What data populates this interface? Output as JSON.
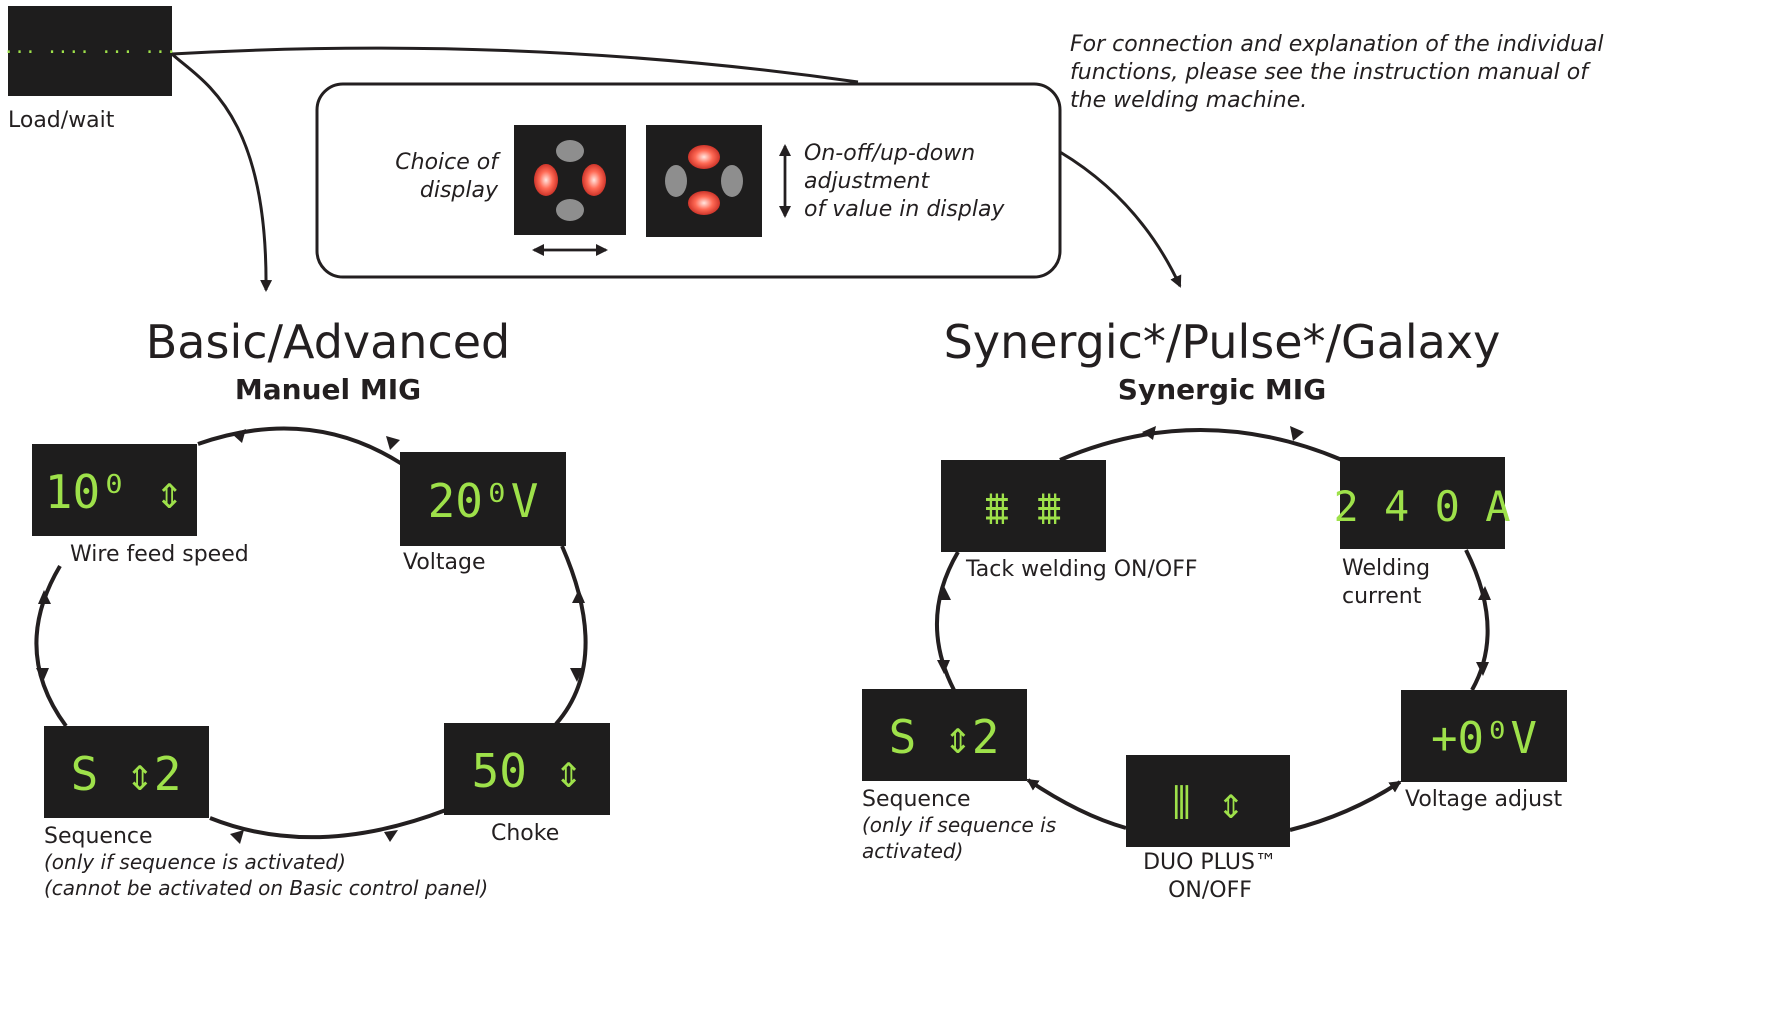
{
  "load": {
    "display": "··· ···· ··· ···",
    "label": "Load/wait"
  },
  "note": [
    "For connection and explanation of the individual",
    "functions, please see the instruction manual of",
    "the welding machine."
  ],
  "legend": {
    "choice": [
      "Choice of",
      "display"
    ],
    "adjust": [
      "On-off/up-down",
      "adjustment",
      "of value in display"
    ]
  },
  "left": {
    "title": "Basic/Advanced",
    "subtitle": "Manuel MIG",
    "wire": {
      "display": "10⁰ ⇕",
      "label": "Wire feed speed"
    },
    "voltage": {
      "display": "20⁰V",
      "label": "Voltage"
    },
    "choke": {
      "display": "50  ⇕",
      "label": "Choke"
    },
    "sequence": {
      "display": "S  ⇕2",
      "label": "Sequence",
      "note1": "(only if sequence is activated)",
      "note2": "(cannot be activated on Basic control panel)"
    }
  },
  "right": {
    "title": "Synergic*/Pulse*/Galaxy",
    "subtitle": "Synergic MIG",
    "tack": {
      "display": "⩩ ⩩",
      "label": "Tack welding ON/OFF"
    },
    "current": {
      "display": "2 4 0 A",
      "label": [
        "Welding",
        "current"
      ]
    },
    "vadj": {
      "display": "+0⁰V",
      "label": "Voltage adjust"
    },
    "duo": {
      "display": "⦀ ⇕",
      "label": [
        "DUO PLUS™",
        "ON/OFF"
      ]
    },
    "sequence": {
      "display": "S  ⇕2",
      "label": "Sequence",
      "note": [
        "(only if sequence is",
        "activated)"
      ]
    }
  },
  "colors": {
    "lcd_text": "#9ee14a",
    "lcd_bg": "#1e1d1d",
    "button_red": "#e8413a",
    "button_grey": "#8e8e8e"
  },
  "icons": [
    "left-right-arrow-icon",
    "up-down-arrow-icon"
  ]
}
